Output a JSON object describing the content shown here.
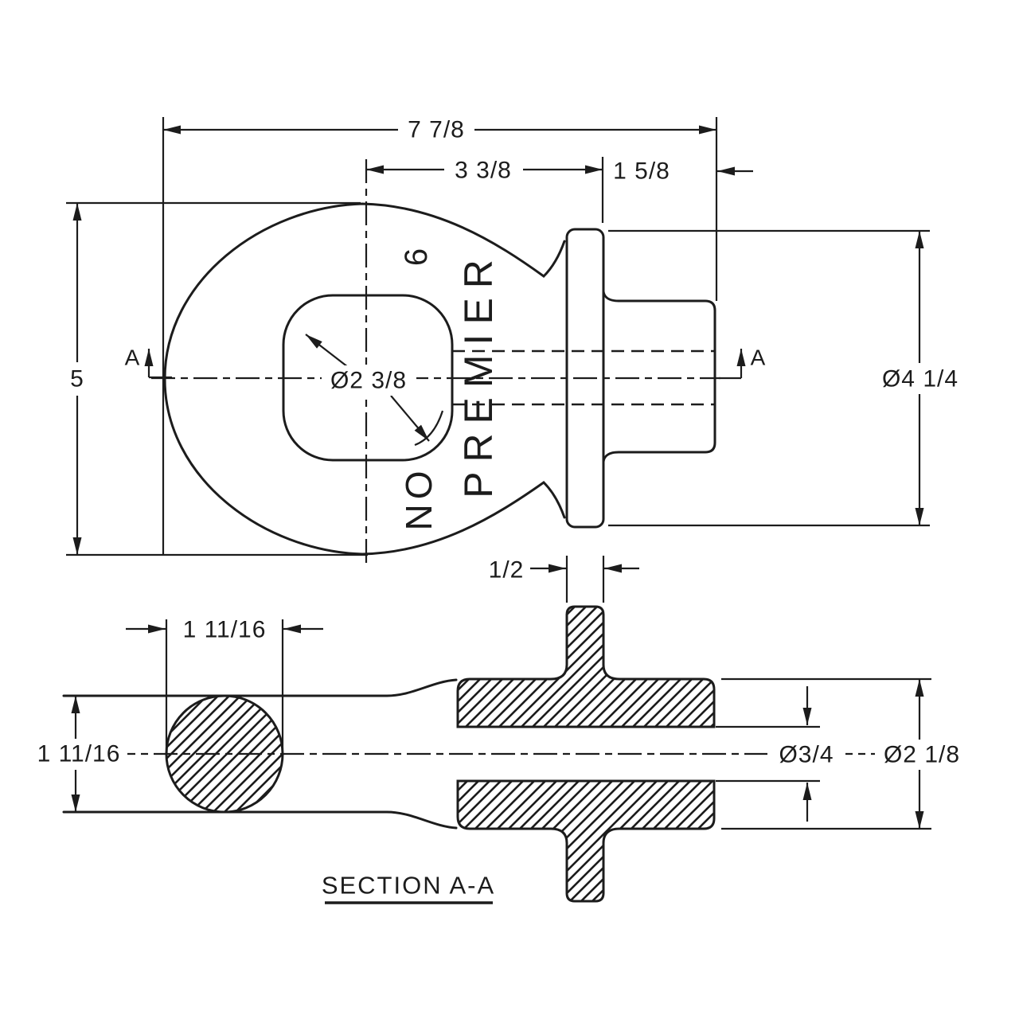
{
  "meta": {
    "background_color": "#ffffff",
    "ink_color": "#1c1c1c",
    "drawing_type": "2-view engineering drawing of a lifting eye / tow eye forging"
  },
  "top_view": {
    "dim_overall_width": "7 7/8",
    "dim_center_to_flange": "3 3/8",
    "dim_flange_to_end": "1 5/8",
    "dim_eye_height": "5",
    "dim_flange_od": "Ø4 1/4",
    "dim_eye_hole": "Ø2 3/8",
    "section_label_left": "A",
    "section_label_right": "A",
    "embossed_size_number": "6",
    "embossed_brand": "PREMIER",
    "embossed_no": "NO"
  },
  "section_view": {
    "title": "SECTION A-A",
    "dim_ring_width": "1 11/16",
    "dim_ring_thickness": "1 11/16",
    "dim_flange_thickness": "1/2",
    "dim_bore": "Ø3/4",
    "dim_shank_od": "Ø2 1/8"
  }
}
